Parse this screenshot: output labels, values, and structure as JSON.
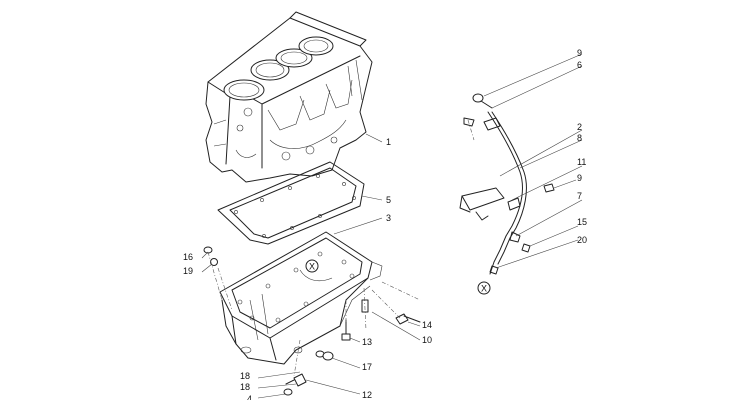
{
  "callouts": [
    {
      "id": "c1",
      "text": "1"
    },
    {
      "id": "c2",
      "text": "2"
    },
    {
      "id": "c3",
      "text": "3"
    },
    {
      "id": "c4",
      "text": "4"
    },
    {
      "id": "c5",
      "text": "5"
    },
    {
      "id": "c6",
      "text": "6"
    },
    {
      "id": "c7",
      "text": "7"
    },
    {
      "id": "c8",
      "text": "8"
    },
    {
      "id": "c9a",
      "text": "9"
    },
    {
      "id": "c9b",
      "text": "9"
    },
    {
      "id": "c10",
      "text": "10"
    },
    {
      "id": "c11",
      "text": "11"
    },
    {
      "id": "c12",
      "text": "12"
    },
    {
      "id": "c13",
      "text": "13"
    },
    {
      "id": "c14",
      "text": "14"
    },
    {
      "id": "c15",
      "text": "15"
    },
    {
      "id": "c16",
      "text": "16"
    },
    {
      "id": "c17",
      "text": "17"
    },
    {
      "id": "c18a",
      "text": "18"
    },
    {
      "id": "c18b",
      "text": "18"
    },
    {
      "id": "c19",
      "text": "19"
    },
    {
      "id": "c20",
      "text": "20"
    }
  ],
  "connector_marks": [
    "X",
    "X"
  ],
  "colors": {
    "line": "#222222",
    "background": "#ffffff"
  }
}
